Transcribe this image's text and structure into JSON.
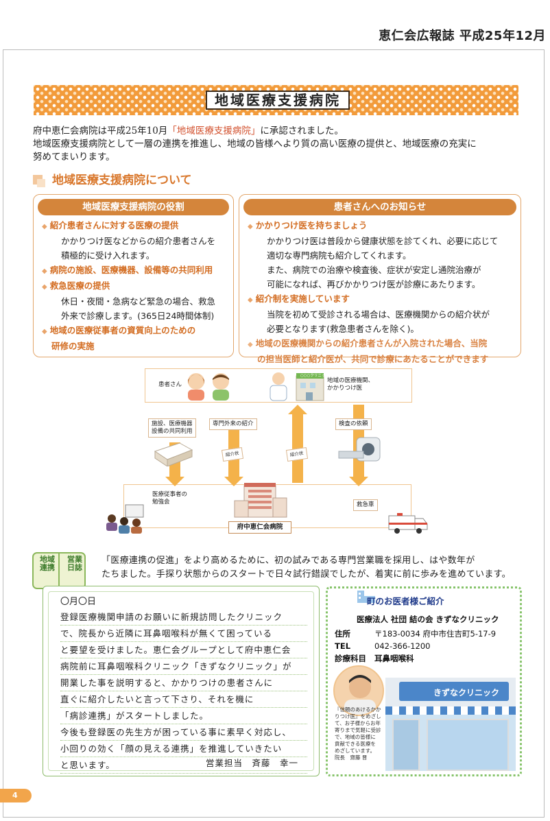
{
  "masthead": "恵仁会広報誌 平成25年12月",
  "title": "地域医療支援病院",
  "intro": {
    "line1_pre": "府中恵仁会病院は平成25年10月",
    "line1_hl": "「地域医療支援病院」",
    "line1_post": "に承認されました。",
    "line2": "地域医療支援病院として一層の連携を推進し、地域の皆様へより質の高い医療の提供と、地域医療の充実に",
    "line3": "努めてまいります。"
  },
  "section_heading": "地域医療支援病院について",
  "role_box": {
    "title": "地域医療支援病院の役割",
    "items": [
      {
        "head": "紹介患者さんに対する医療の提供",
        "lines": [
          "かかりつけ医などからの紹介患者さんを",
          "積極的に受け入れます。"
        ]
      },
      {
        "head": "病院の施設、医療機器、設備等の共同利用",
        "lines": []
      },
      {
        "head": "救急医療の提供",
        "lines": [
          "休日・夜間・急病など緊急の場合、救急",
          "外来で診療します。(365日24時間体制)"
        ]
      },
      {
        "head": "地域の医療従事者の資質向上のための",
        "lines": []
      }
    ],
    "last_line": "研修の実施"
  },
  "notice_box": {
    "title": "患者さんへのお知らせ",
    "items": [
      {
        "head": "かかりつけ医を持ちましょう",
        "lines": [
          "かかりつけ医は普段から健康状態を診てくれ、必要に応じて",
          "適切な専門病院も紹介してくれます。",
          "また、病院での治療や検査後、症状が安定し通院治療が",
          "可能になれば、再びかかりつけ医が診療にあたります。"
        ]
      },
      {
        "head": "紹介制を実施しています",
        "lines": [
          "当院を初めて受診される場合は、医療機関からの紹介状が",
          "必要となります(救急患者さんを除く)。"
        ]
      }
    ],
    "final_head": "地域の医療機関からの紹介患者さんが入院された場合、当院",
    "final_line2": "の担当医師と紹介医が、共同で診療にあたることができます"
  },
  "diagram": {
    "patients": "患者さん",
    "clinic_sign": "○○○クリニック",
    "local_clinic_line1": "地域の医療機関、",
    "local_clinic_line2": "かかりつけ医",
    "shared_use_line1": "施設、医療機器",
    "shared_use_line2": "設備の共同利用",
    "specialist": "専門外来の紹介",
    "exam": "検査の依頼",
    "referral1": "紹介状",
    "referral2": "紹介状",
    "study_line1": "医療従事者の",
    "study_line2": "勉強会",
    "ambulance": "救急車",
    "hospital": "府中恵仁会病院"
  },
  "diary": {
    "sign_top": "地域連携",
    "sign_bottom": "営業日誌",
    "lead_line1": "「医療連携の促進」をより高めるために、初の試みである専門営業職を採用し、はや数年が",
    "lead_line2": "たちました。手探り状態からのスタートで日々試行錯誤でしたが、着実に前に歩みを進めています。",
    "date": "〇月〇日",
    "lines": [
      "登録医療機関申請のお願いに新規訪問したクリニック",
      "で、院長から近隣に耳鼻咽喉科が無くて困っている",
      "と要望を受けました。恵仁会グループとして府中恵仁会",
      "病院前に耳鼻咽喉科クリニック「きずなクリニック」が",
      "開業した事を説明すると、かかりつけの患者さんに",
      "直ぐに紹介したいと言って下さり、それを機に",
      "「病診連携」がスタートしました。",
      "今後も登録医の先生方が困っている事に素早く対応し、",
      "小回りの効く「顔の見える連携」を推進していきたい",
      "と思います。"
    ],
    "signature": "営業担当　斉藤　幸一"
  },
  "clinic": {
    "header": "町のお医者様ご紹介",
    "name": "医療法人 社団 結の会 きずなクリニック",
    "address_label": "住所",
    "address": "〒183-0034 府中市住吉町5-17-9",
    "tel_label": "TEL",
    "tel": "042-366-1200",
    "dept_label": "診療科目",
    "dept": "耳鼻咽喉科",
    "sign_text": "きずなクリニック",
    "caption": [
      "『信頼のあけるかか",
      "りつけ医』をめざし",
      "て、お子様からお年",
      "寄りまで気軽に受診",
      "で、地域の皆様に",
      "貢献できる医療を",
      "めざしています。",
      "院長　齋藤 晋"
    ]
  },
  "page_number": "4"
}
